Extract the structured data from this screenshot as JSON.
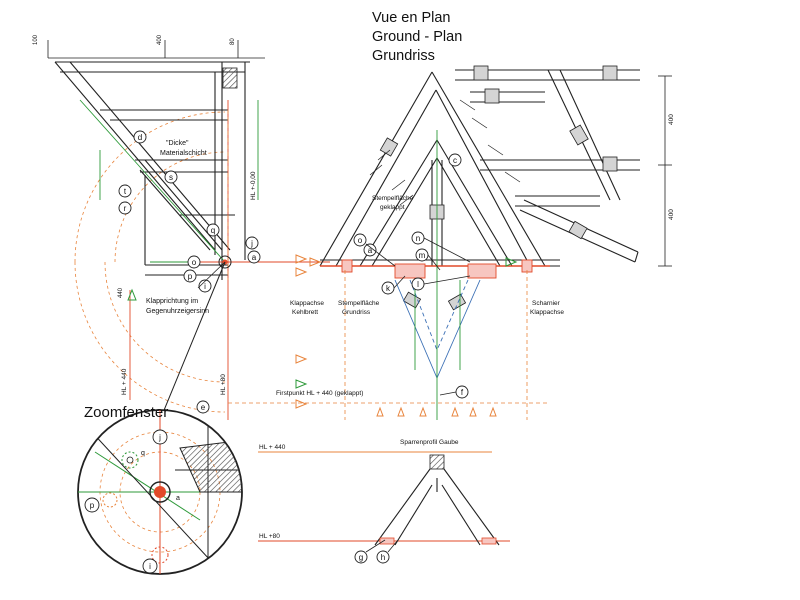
{
  "title": {
    "line1": "Vue en Plan",
    "line2": "Ground - Plan",
    "line3": "Grundriss"
  },
  "left_view": {
    "dicke_line1": "\"Dicke\"",
    "dicke_line2": "Materialschicht",
    "klapprichtung_line1": "Klapprichtung im",
    "klapprichtung_line2": "Gegenuhrzeigersinn",
    "hl_000": "HL +-0,00",
    "hl_80": "HL +80",
    "hl_440": "HL + 440",
    "level_440": "440",
    "dim_100": "100",
    "dim_400": "400",
    "dim_80": "80"
  },
  "plan": {
    "stempelflaeche_geklappt_1": "Stempelfläche",
    "stempelflaeche_geklappt_2": "geklappt",
    "stempelflaeche_grundriss_1": "Stempelfläche",
    "stempelflaeche_grundriss_2": "Grundriss",
    "klappachse_1": "Klappachse",
    "klappachse_2": "Kehlbrett",
    "scharnier_1": "Scharnier",
    "scharnier_2": "Klappachse",
    "firstpunkt": "Firstpunkt HL + 440 (geklappt)",
    "dim_400": "400",
    "dim_400b": "400"
  },
  "profile": {
    "title": "Sparrenprofil Gaube",
    "hl_440": "HL + 440",
    "hl_80": "HL +80"
  },
  "zoom": {
    "title": "Zoomfenster"
  },
  "callouts": {
    "a": "a",
    "c": "c",
    "d": "d",
    "e": "e",
    "f": "f",
    "g": "g",
    "h": "h",
    "i": "i",
    "j": "j",
    "k": "k",
    "l": "l",
    "m": "m",
    "n": "n",
    "o": "o",
    "p": "p",
    "q": "q",
    "r": "r",
    "s": "s",
    "t": "t"
  },
  "colors": {
    "line": "#222222",
    "green": "#2e9a3a",
    "red": "#e24a2a",
    "orange": "#e8843c",
    "blue": "#3a6fb5",
    "hatch": "#555555"
  }
}
